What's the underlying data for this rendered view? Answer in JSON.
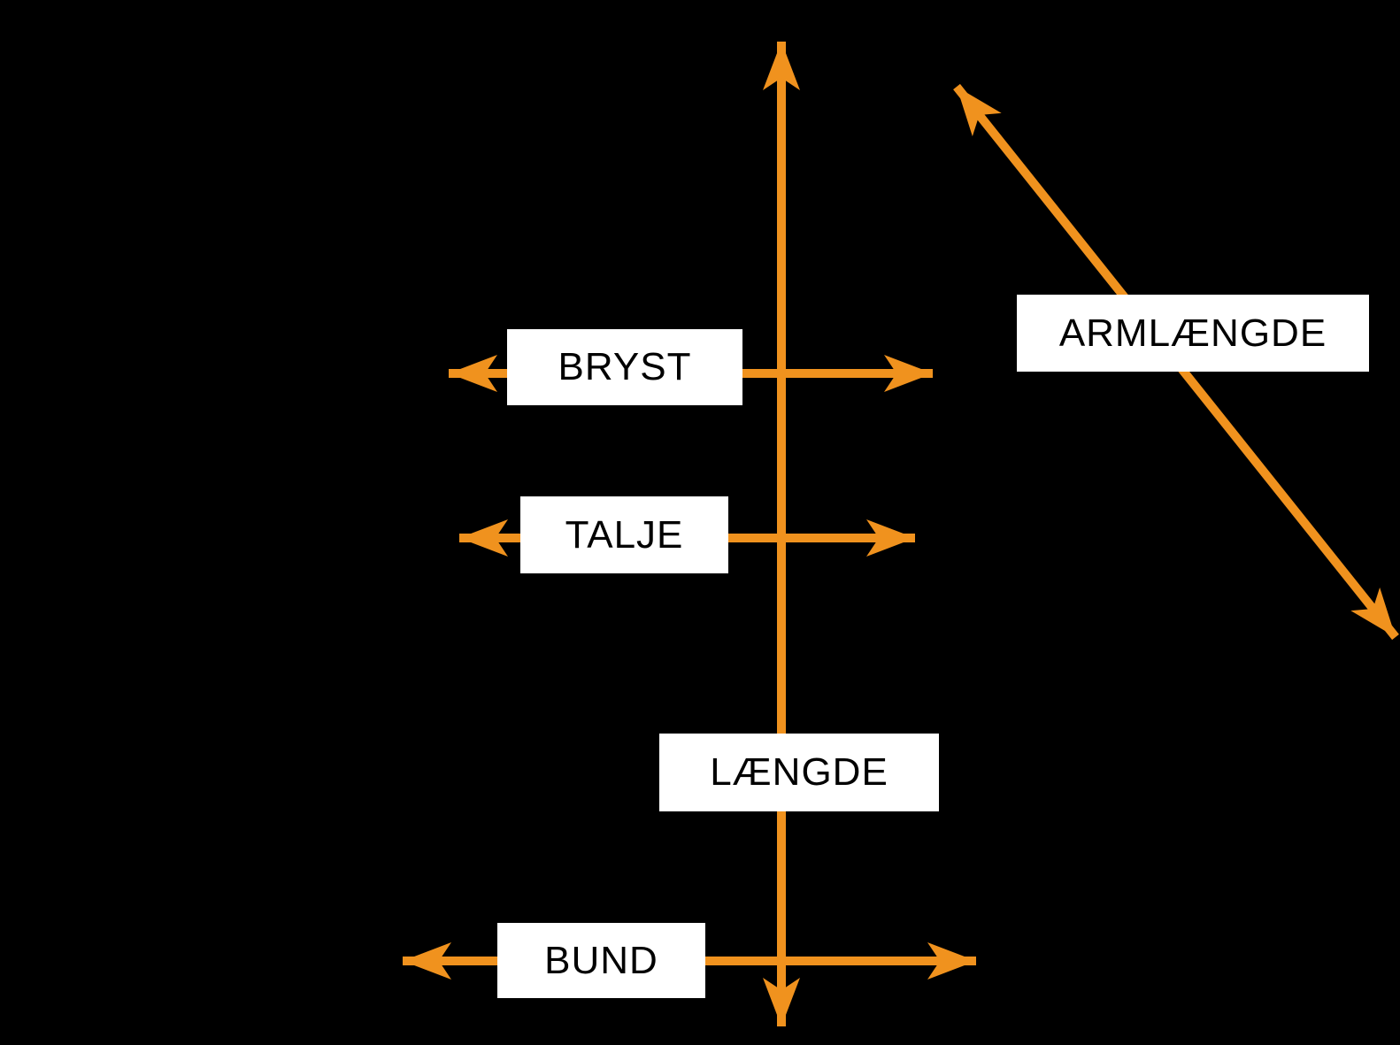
{
  "colors": {
    "background": "#000000",
    "arrow": "#F0921E",
    "label_background": "#FFFFFF",
    "label_text": "#000000"
  },
  "labels": {
    "bryst": "BRYST",
    "talje": "TALJE",
    "laengde": "LÆNGDE",
    "bund": "BUND",
    "armlaengde": "ARMLÆNGDE"
  }
}
